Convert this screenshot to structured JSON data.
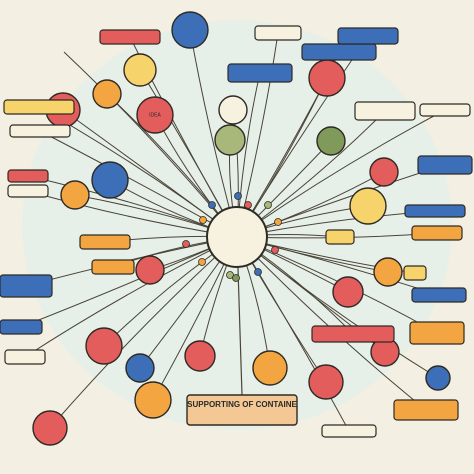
{
  "diagram": {
    "colors": {
      "background": "#f3efe2",
      "halo": "#e6efe9",
      "line": "#4a4438",
      "outline": "#2e2a24",
      "red": "#e35d5d",
      "blue": "#3d6fb8",
      "orange": "#f2a541",
      "yellow": "#f6d36b",
      "green": "#a8b87a",
      "olive": "#7f9a5a",
      "cream": "#f7f1df",
      "teal": "#6aa7a8",
      "peach": "#f4c894"
    },
    "center": {
      "shape": "circle",
      "color": "cream",
      "lines": []
    },
    "banner": {
      "shape": "rect",
      "color": "peach",
      "lines": [
        "SUPPORTING OF CONTAINE"
      ]
    },
    "nodes": [
      {
        "shape": "circle",
        "color": "red",
        "lines": [
          "IDEA"
        ]
      },
      {
        "shape": "circle",
        "color": "orange",
        "lines": []
      },
      {
        "shape": "circle",
        "color": "blue",
        "lines": []
      },
      {
        "shape": "circle",
        "color": "yellow",
        "lines": []
      },
      {
        "shape": "circle",
        "color": "green",
        "lines": []
      },
      {
        "shape": "circle",
        "color": "red",
        "lines": []
      },
      {
        "shape": "circle",
        "color": "blue",
        "lines": []
      },
      {
        "shape": "circle",
        "color": "orange",
        "lines": []
      },
      {
        "shape": "circle",
        "color": "red",
        "lines": []
      },
      {
        "shape": "circle",
        "color": "red",
        "lines": []
      },
      {
        "shape": "circle",
        "color": "yellow",
        "lines": []
      },
      {
        "shape": "circle",
        "color": "olive",
        "lines": []
      },
      {
        "shape": "circle",
        "color": "red",
        "lines": []
      },
      {
        "shape": "circle",
        "color": "cream",
        "lines": []
      },
      {
        "shape": "circle",
        "color": "red",
        "lines": []
      },
      {
        "shape": "circle",
        "color": "orange",
        "lines": []
      },
      {
        "shape": "circle",
        "color": "red",
        "lines": []
      },
      {
        "shape": "circle",
        "color": "blue",
        "lines": []
      },
      {
        "shape": "circle",
        "color": "red",
        "lines": []
      },
      {
        "shape": "circle",
        "color": "orange",
        "lines": []
      },
      {
        "shape": "circle",
        "color": "red",
        "lines": []
      },
      {
        "shape": "circle",
        "color": "red",
        "lines": []
      },
      {
        "shape": "circle",
        "color": "red",
        "lines": []
      },
      {
        "shape": "circle",
        "color": "orange",
        "lines": []
      },
      {
        "shape": "circle",
        "color": "blue",
        "lines": []
      },
      {
        "shape": "rect",
        "color": "orange",
        "lines": []
      },
      {
        "shape": "rect",
        "color": "red",
        "lines": []
      },
      {
        "shape": "rect",
        "color": "blue",
        "lines": []
      },
      {
        "shape": "rect",
        "color": "blue",
        "lines": []
      },
      {
        "shape": "rect",
        "color": "cream",
        "lines": []
      },
      {
        "shape": "rect",
        "color": "blue",
        "lines": []
      },
      {
        "shape": "rect",
        "color": "yellow",
        "lines": []
      },
      {
        "shape": "rect",
        "color": "cream",
        "lines": []
      },
      {
        "shape": "rect",
        "color": "cream",
        "lines": []
      },
      {
        "shape": "rect",
        "color": "cream",
        "lines": []
      },
      {
        "shape": "rect",
        "color": "red",
        "lines": []
      },
      {
        "shape": "rect",
        "color": "cream",
        "lines": []
      },
      {
        "shape": "rect",
        "color": "blue",
        "lines": []
      },
      {
        "shape": "rect",
        "color": "blue",
        "lines": []
      },
      {
        "shape": "rect",
        "color": "orange",
        "lines": []
      },
      {
        "shape": "rect",
        "color": "yellow",
        "lines": []
      },
      {
        "shape": "rect",
        "color": "blue",
        "lines": []
      },
      {
        "shape": "rect",
        "color": "blue",
        "lines": []
      },
      {
        "shape": "rect",
        "color": "orange",
        "lines": []
      },
      {
        "shape": "rect",
        "color": "orange",
        "lines": []
      },
      {
        "shape": "rect",
        "color": "yellow",
        "lines": []
      },
      {
        "shape": "rect",
        "color": "blue",
        "lines": []
      },
      {
        "shape": "rect",
        "color": "orange",
        "lines": []
      },
      {
        "shape": "rect",
        "color": "orange",
        "lines": []
      },
      {
        "shape": "rect",
        "color": "red",
        "lines": []
      },
      {
        "shape": "rect",
        "color": "cream",
        "lines": []
      },
      {
        "shape": "rect",
        "color": "cream",
        "lines": []
      }
    ],
    "dots": [
      "orange",
      "blue",
      "red",
      "green",
      "orange",
      "red",
      "blue",
      "green",
      "orange",
      "red",
      "blue",
      "olive"
    ]
  }
}
